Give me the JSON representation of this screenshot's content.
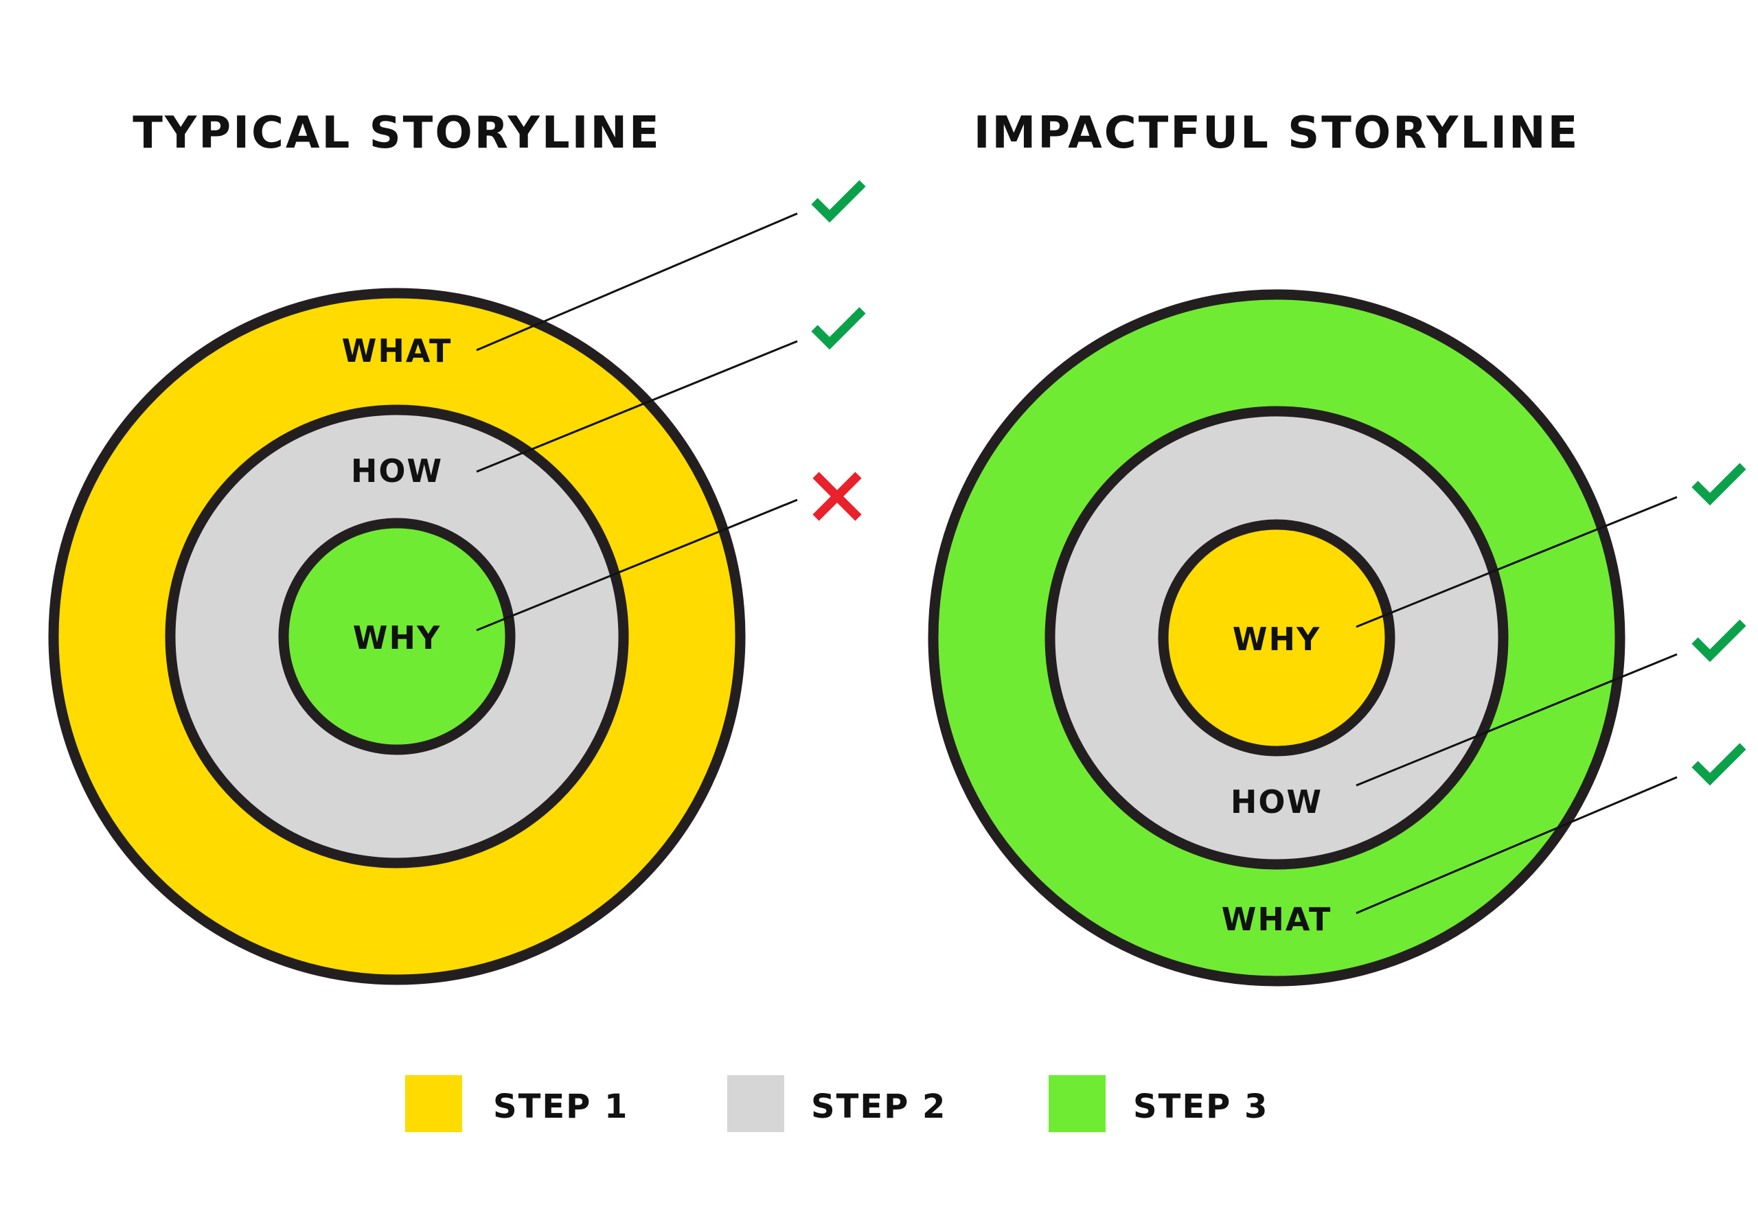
{
  "colors": {
    "step1": "#FFDB00",
    "step2": "#D6D6D6",
    "step3": "#70EB33",
    "outline": "#231F20",
    "check": "#0BA14B",
    "cross": "#E8212B"
  },
  "typical": {
    "title": "TYPICAL STORYLINE",
    "outer": {
      "label": "WHAT",
      "step": "step1",
      "mark": "check-icon"
    },
    "middle": {
      "label": "HOW",
      "step": "step2",
      "mark": "check-icon"
    },
    "inner": {
      "label": "WHY",
      "step": "step3",
      "mark": "cross-icon"
    }
  },
  "impactful": {
    "title": "IMPACTFUL STORYLINE",
    "outer": {
      "label": "WHAT",
      "step": "step3",
      "mark": "check-icon"
    },
    "middle": {
      "label": "HOW",
      "step": "step2",
      "mark": "check-icon"
    },
    "inner": {
      "label": "WHY",
      "step": "step1",
      "mark": "check-icon"
    }
  },
  "legend": [
    {
      "label": "STEP 1",
      "color": "#FFDB00"
    },
    {
      "label": "STEP 2",
      "color": "#D6D6D6"
    },
    {
      "label": "STEP 3",
      "color": "#70EB33"
    }
  ]
}
